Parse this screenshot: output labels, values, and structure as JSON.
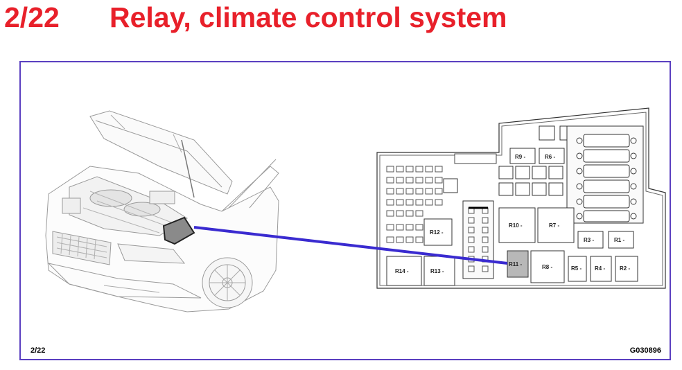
{
  "header": {
    "page_number": "2/22",
    "title": "Relay, climate control system"
  },
  "figure": {
    "page_ref": "2/22",
    "figure_code": "G030896"
  },
  "relays": {
    "R1": "R1 -",
    "R2": "R2 -",
    "R3": "R3 -",
    "R4": "R4 -",
    "R5": "R5 -",
    "R6": "R6 -",
    "R7": "R7 -",
    "R8": "R8 -",
    "R9": "R9 -",
    "R10": "R10 -",
    "R11": "R11 -",
    "R12": "R12 -",
    "R13": "R13 -",
    "R14": "R14 -"
  },
  "highlight": {
    "relay": "R11",
    "pointer_color": "#3a2bd0",
    "highlight_fill": "#b8b8b8"
  },
  "colors": {
    "title_red": "#e8202a",
    "frame_purple": "#5a3fc0"
  }
}
